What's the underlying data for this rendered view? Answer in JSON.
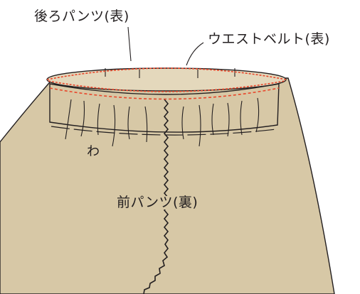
{
  "labels": {
    "back_pants": "後ろパンツ(表)",
    "waist_belt": "ウエストベルト(表)",
    "fold": "わ",
    "front_pants": "前パンツ(裏)"
  },
  "colors": {
    "fabric": "#d7c8a6",
    "line": "#231f20",
    "overlock_stitch": "#e8472b",
    "background": "#ffffff"
  }
}
